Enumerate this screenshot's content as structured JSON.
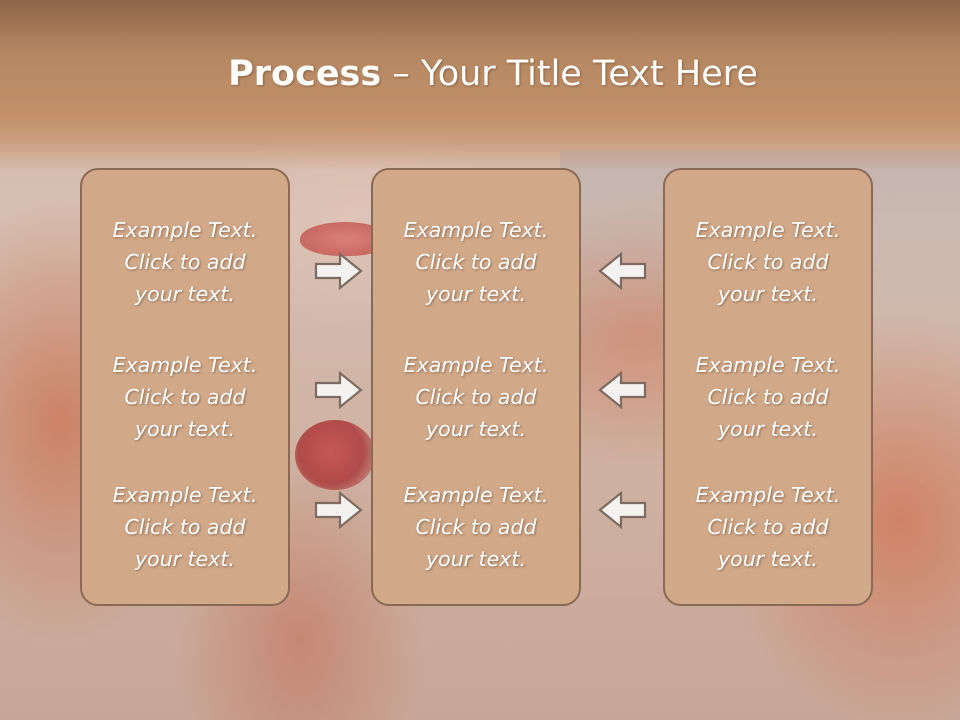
{
  "slide": {
    "title_bold": "Process",
    "title_rest": "– Your Title Text Here"
  },
  "columns": [
    {
      "items": [
        {
          "line1": "Example Text.",
          "line2": "Click  to add",
          "line3": "your text."
        },
        {
          "line1": "Example Text.",
          "line2": "Click  to add",
          "line3": "your text."
        },
        {
          "line1": "Example Text.",
          "line2": "Click  to add",
          "line3": "your text."
        }
      ]
    },
    {
      "items": [
        {
          "line1": "Example Text.",
          "line2": "Click  to add",
          "line3": "your text."
        },
        {
          "line1": "Example Text.",
          "line2": "Click  to add",
          "line3": "your text."
        },
        {
          "line1": "Example Text.",
          "line2": "Click  to add",
          "line3": "your text."
        }
      ]
    },
    {
      "items": [
        {
          "line1": "Example Text.",
          "line2": "Click  to add",
          "line3": "your text."
        },
        {
          "line1": "Example Text.",
          "line2": "Click  to add",
          "line3": "your text."
        },
        {
          "line1": "Example Text.",
          "line2": "Click  to add",
          "line3": "your text."
        }
      ]
    }
  ],
  "icons": {
    "left_arrows": "arrow-right-icon",
    "right_arrows": "arrow-left-icon"
  },
  "colors": {
    "box_fill": "#d1a989",
    "box_border": "#8a6a54",
    "header": "#c4916a",
    "text": "#ffffff"
  }
}
